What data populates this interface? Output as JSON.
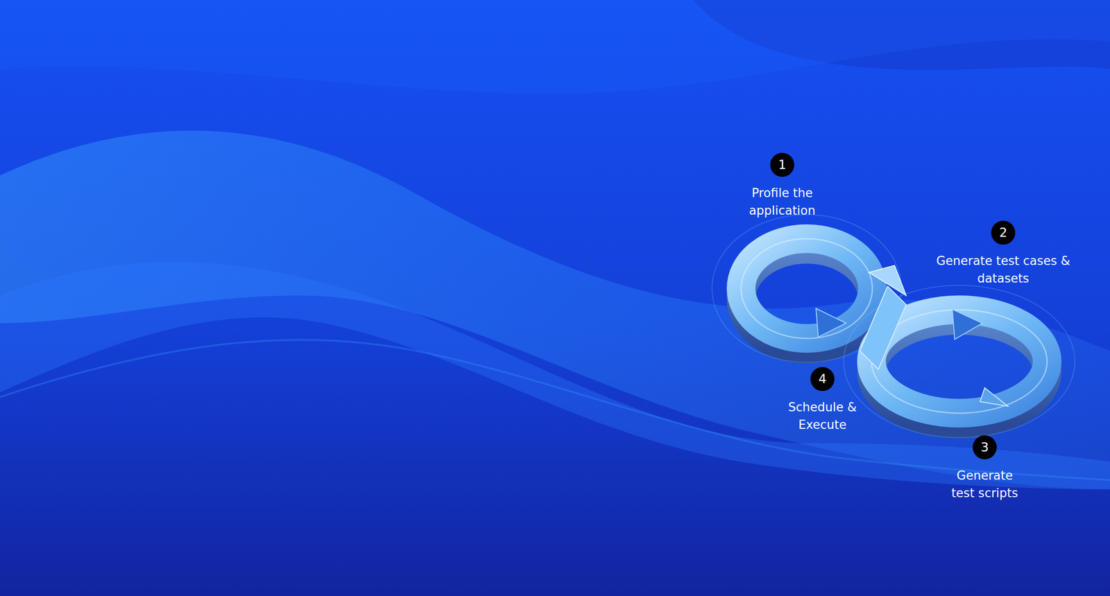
{
  "diagram": {
    "nodes": [
      {
        "text": [
          "1",
          "Profile the application"
        ]
      },
      {
        "text": [
          "2",
          "Generate test cases & datasets"
        ]
      },
      {
        "text": [
          "3",
          "Generate test scripts"
        ]
      },
      {
        "text": [
          "4",
          "Schedule & Execute"
        ]
      }
    ]
  }
}
